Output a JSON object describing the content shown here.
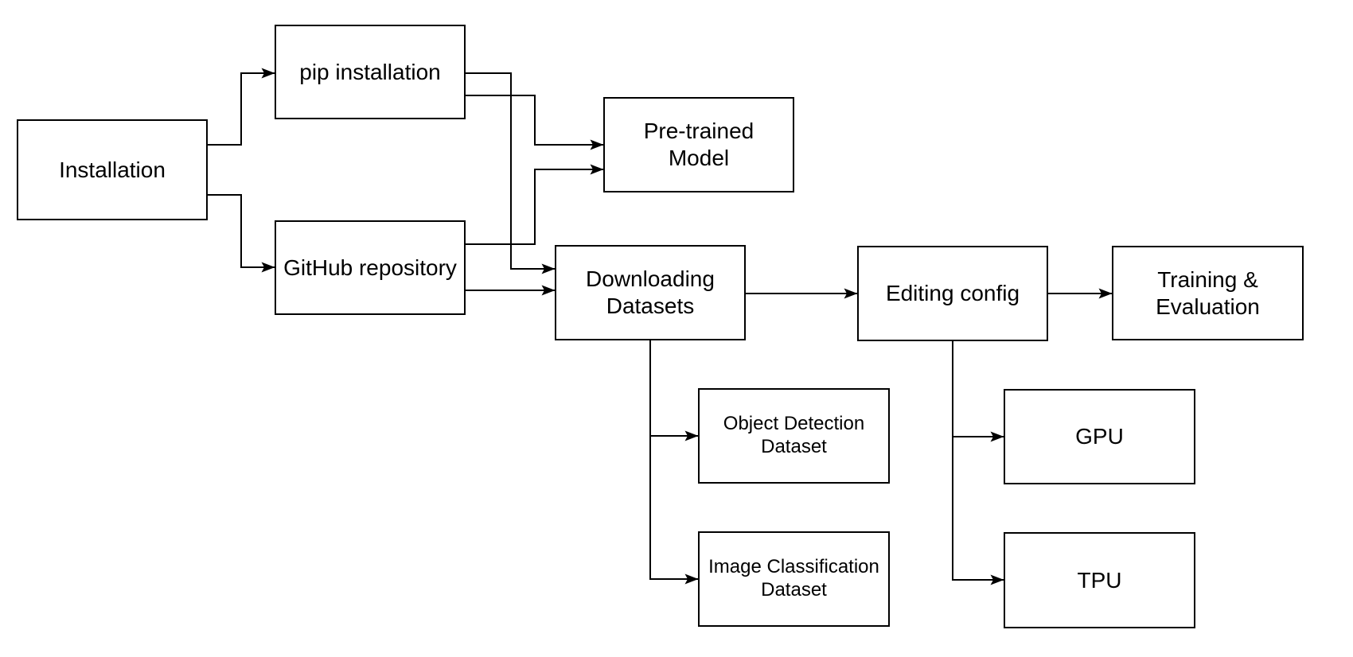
{
  "diagram": {
    "colors": {
      "background": "#ffffff",
      "node_fill": "#ffffff",
      "node_border": "#000000",
      "connector": "#000000",
      "text": "#000000"
    },
    "nodes": [
      {
        "id": "installation",
        "label": "Installation"
      },
      {
        "id": "pip-installation",
        "label": "pip installation"
      },
      {
        "id": "github-repository",
        "label": "GitHub repository"
      },
      {
        "id": "pre-trained-model",
        "label": "Pre-trained\nModel"
      },
      {
        "id": "downloading-datasets",
        "label": "Downloading\nDatasets"
      },
      {
        "id": "editing-config",
        "label": "Editing config"
      },
      {
        "id": "training-evaluation",
        "label": "Training &\nEvaluation"
      },
      {
        "id": "object-detection-dataset",
        "label": "Object Detection\nDataset"
      },
      {
        "id": "image-classification-dataset",
        "label": "Image Classification\nDataset"
      },
      {
        "id": "gpu",
        "label": "GPU"
      },
      {
        "id": "tpu",
        "label": "TPU"
      }
    ],
    "edges": [
      {
        "from": "installation",
        "to": "pip-installation"
      },
      {
        "from": "installation",
        "to": "github-repository"
      },
      {
        "from": "pip-installation",
        "to": "pre-trained-model"
      },
      {
        "from": "pip-installation",
        "to": "downloading-datasets"
      },
      {
        "from": "github-repository",
        "to": "pre-trained-model"
      },
      {
        "from": "github-repository",
        "to": "downloading-datasets"
      },
      {
        "from": "downloading-datasets",
        "to": "editing-config"
      },
      {
        "from": "editing-config",
        "to": "training-evaluation"
      },
      {
        "from": "downloading-datasets",
        "to": "object-detection-dataset"
      },
      {
        "from": "downloading-datasets",
        "to": "image-classification-dataset"
      },
      {
        "from": "editing-config",
        "to": "gpu"
      },
      {
        "from": "editing-config",
        "to": "tpu"
      }
    ]
  }
}
